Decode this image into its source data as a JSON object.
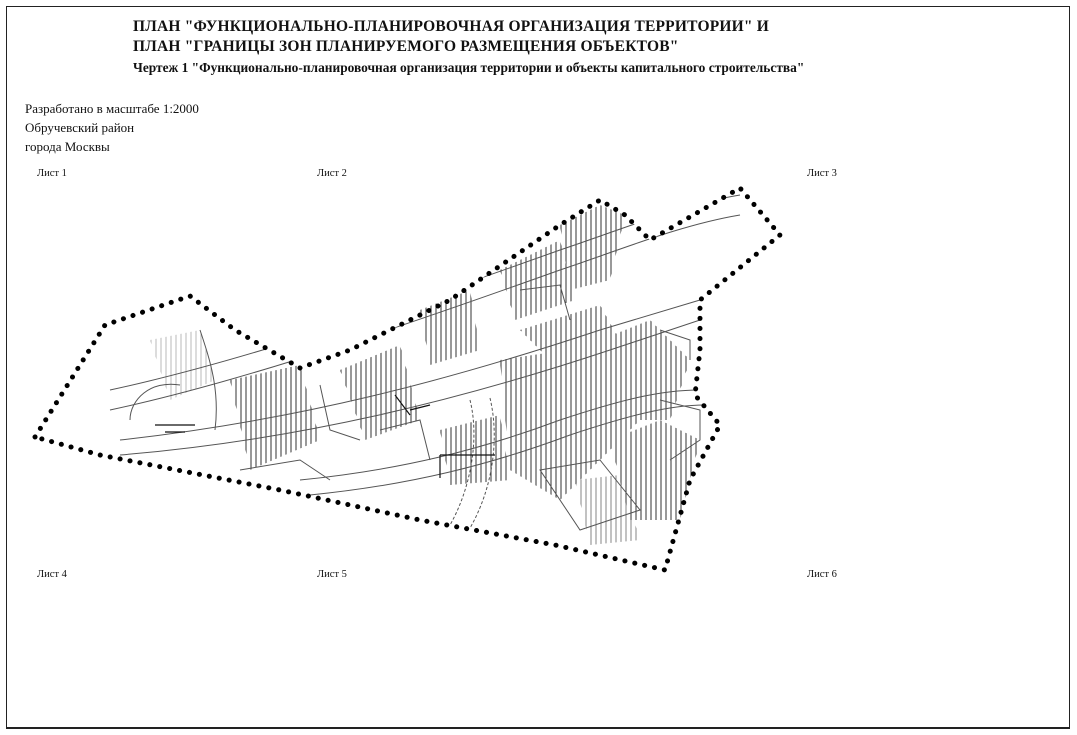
{
  "header": {
    "title_line1": "ПЛАН \"ФУНКЦИОНАЛЬНО-ПЛАНИРОВОЧНАЯ ОРГАНИЗАЦИЯ ТЕРРИТОРИИ\" И",
    "title_line2": "ПЛАН \"ГРАНИЦЫ ЗОН ПЛАНИРУЕМОГО РАЗМЕЩЕНИЯ ОБЪЕКТОВ\"",
    "subtitle": "Чертеж 1 \"Функционально-планировочная организация территории и объекты капитального строительства\""
  },
  "info": {
    "scale": "Разработано в масштабе 1:2000",
    "district": "Обручевский район",
    "city": "города  Москвы"
  },
  "sheets": [
    "Лист 1",
    "Лист 2",
    "Лист 3",
    "Лист 4",
    "Лист 5",
    "Лист 6"
  ],
  "map": {
    "boundary_color": "#000000",
    "hatch_color": "#333333"
  }
}
